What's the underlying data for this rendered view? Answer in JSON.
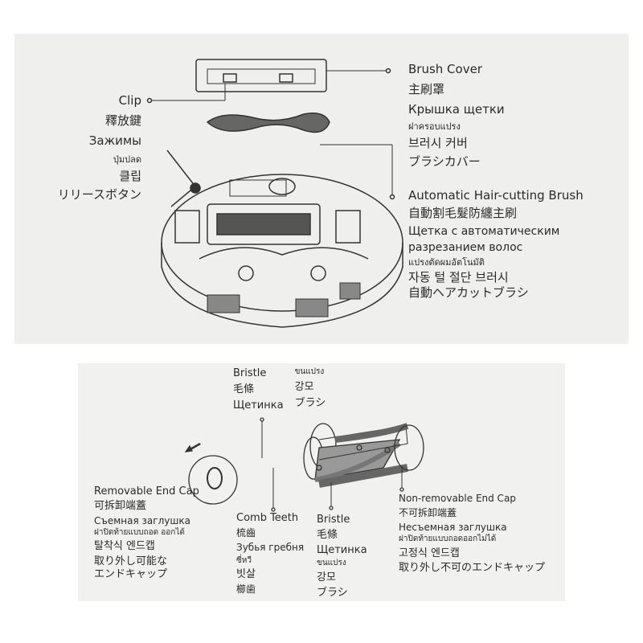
{
  "top_panel": {
    "clip": {
      "en": "Clip",
      "zh": "釋放鍵",
      "ru": "Зажимы",
      "th": "ปุ่มปลด",
      "ko": "클립",
      "ja": "リリースボタン"
    },
    "brush_cover": {
      "en": "Brush Cover",
      "zh": "主刷罩",
      "ru": "Крышка щетки",
      "th": "ฝาครอบแปรง",
      "ko": "브러시 커버",
      "ja": "ブラシカバー"
    },
    "hair_cutting_brush": {
      "en": "Automatic Hair-cutting Brush",
      "zh": "自動割毛髮防纏主刷",
      "ru1": "Щетка с автоматическим",
      "ru2": "разрезанием волос",
      "th": "แปรงตัดผมอัตโนมัติ",
      "ko": "자동 털 절단 브러시",
      "ja": "自動ヘアカットブラシ"
    }
  },
  "bottom_panel": {
    "bristle_top": {
      "en": "Bristle",
      "zh": "毛條",
      "ru": "Щетинка",
      "th": "ขนแปรง",
      "ko": "강모",
      "ja": "ブラシ"
    },
    "removable_end_cap": {
      "en": "Removable End Cap",
      "zh": "可拆卸端蓋",
      "ru": "Съемная заглушка",
      "th": "ฝาปิดท้ายแบบถอด ออกได้",
      "ko": "탈착식 엔드캡",
      "ja1": "取り外し可能な",
      "ja2": "エンドキャップ"
    },
    "comb_teeth": {
      "en": "Comb Teeth",
      "zh": "梳齒",
      "ru": "Зубья гребня",
      "th": "ซี่หวี",
      "ko": "빗살",
      "ja": "櫛歯"
    },
    "bristle_bottom": {
      "en": "Bristle",
      "zh": "毛條",
      "ru": "Щетинка",
      "th": "ขนแปรง",
      "ko": "강모",
      "ja": "ブラシ"
    },
    "non_removable_end_cap": {
      "en": "Non-removable End Cap",
      "zh": "不可拆卸端蓋",
      "ru": "Несъемная заглушка",
      "th": "ฝาปิดท้ายแบบถอดออกไม่ได้",
      "ko": "고정식 엔드캡",
      "ja": "取り外し不可のエンドキャップ"
    }
  }
}
